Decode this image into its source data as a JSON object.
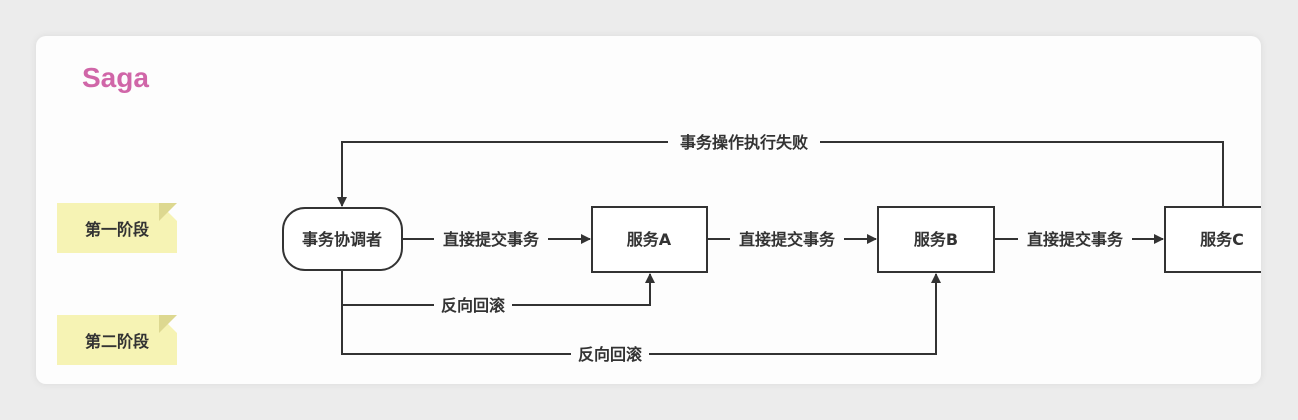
{
  "title": "Saga",
  "phases": [
    "第一阶段",
    "第二阶段"
  ],
  "nodes": {
    "coordinator": "事务协调者",
    "service_a": "服务A",
    "service_b": "服务B",
    "service_c": "服务C"
  },
  "edges": {
    "commit_1": "直接提交事务",
    "commit_2": "直接提交事务",
    "commit_3": "直接提交事务",
    "failure": "事务操作执行失败",
    "rollback_a": "反向回滚",
    "rollback_b": "反向回滚"
  }
}
